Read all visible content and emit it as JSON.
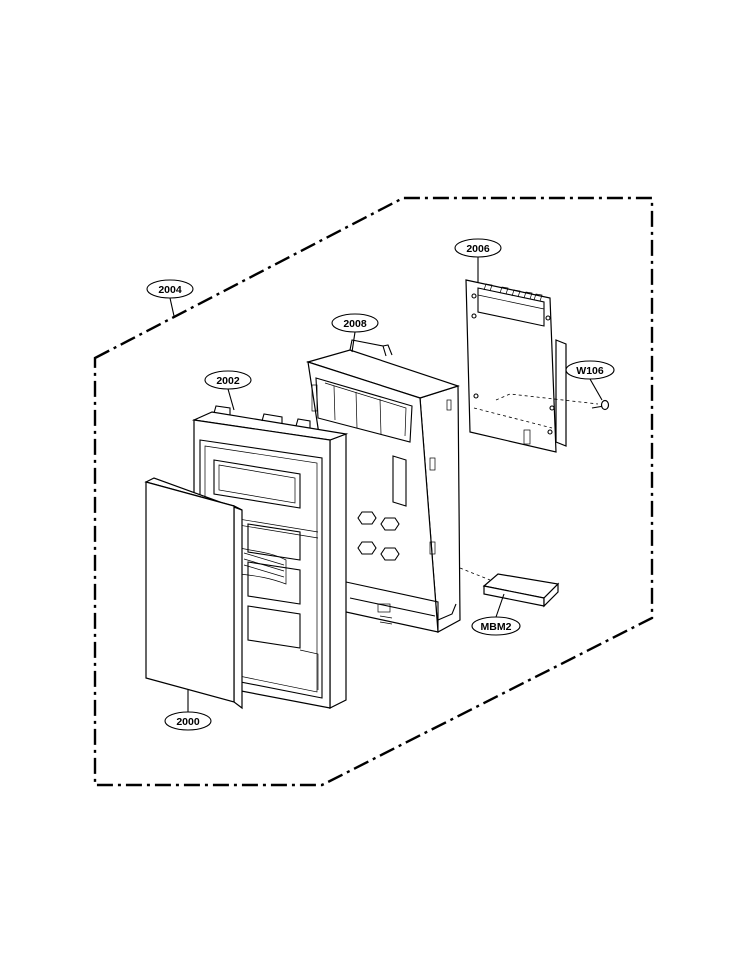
{
  "callouts": {
    "assembly": "2004",
    "front_frame": "2002",
    "bracket": "2008",
    "pcb": "2006",
    "screw": "W106",
    "module": "MBM2",
    "door_panel": "2000"
  }
}
